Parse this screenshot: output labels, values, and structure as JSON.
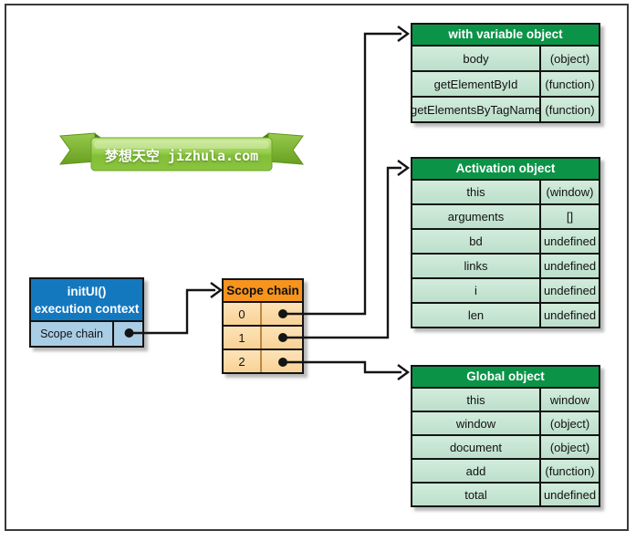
{
  "watermark": {
    "text": "梦想天空 jizhula.com"
  },
  "execution_context_box": {
    "title_line1": "initUI()",
    "title_line2": "execution context",
    "row_label": "Scope chain"
  },
  "scope_chain_table": {
    "title": "Scope chain",
    "rows": [
      "0",
      "1",
      "2"
    ]
  },
  "object_tables": [
    {
      "title": "with variable object",
      "rows": [
        [
          "body",
          "(object)"
        ],
        [
          "getElementById",
          "(function)"
        ],
        [
          "getElementsByTagName",
          "(function)"
        ]
      ]
    },
    {
      "title": "Activation object",
      "rows": [
        [
          "this",
          "(window)"
        ],
        [
          "arguments",
          "[]"
        ],
        [
          "bd",
          "undefined"
        ],
        [
          "links",
          "undefined"
        ],
        [
          "i",
          "undefined"
        ],
        [
          "len",
          "undefined"
        ]
      ]
    },
    {
      "title": "Global object",
      "rows": [
        [
          "this",
          "window"
        ],
        [
          "window",
          "(object)"
        ],
        [
          "document",
          "(object)"
        ],
        [
          "add",
          "(function)"
        ],
        [
          "total",
          "undefined"
        ]
      ]
    }
  ],
  "colors": {
    "table_header_green": "#0b9447",
    "table_cell_green": "#c2e3d0",
    "context_header_blue": "#1478bf",
    "context_cell_blue": "#a9cde5",
    "scope_header_orange": "#f7941e",
    "scope_cell_orange": "#fbd9a3",
    "ribbon_green": "#8cc63e",
    "arrow_black": "#141414"
  }
}
